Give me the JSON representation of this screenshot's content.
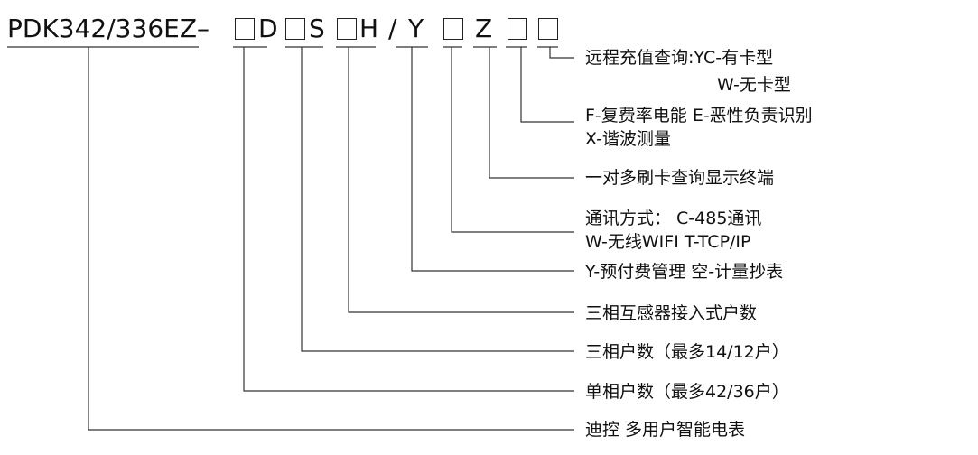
{
  "model": {
    "prefix": "PDK342/336EZ",
    "dash": "–",
    "d": "D",
    "s": "S",
    "h": "H",
    "slash": "/",
    "y": "Y",
    "z": "Z"
  },
  "labels": {
    "query_1": "远程充值查询:YC-有卡型",
    "query_2": "W-无卡型",
    "func_1": "F-复费率电能  E-恶性负责识别",
    "func_2": "X-谐波测量",
    "terminal": "一对多刷卡查询显示终端",
    "comm_1": "通讯方式：    C-485通讯",
    "comm_2": "W-无线WIFI   T-TCP/IP",
    "prepay": "Y-预付费管理   空-计量抄表",
    "three_ct": "三相互感器接入式户数",
    "three_phase": "三相户数（最多14/12户）",
    "single_phase": "单相户数（最多42/36户）",
    "product": "迪控 多用户智能电表"
  },
  "colors": {
    "line": "#333333",
    "text": "#111111"
  }
}
